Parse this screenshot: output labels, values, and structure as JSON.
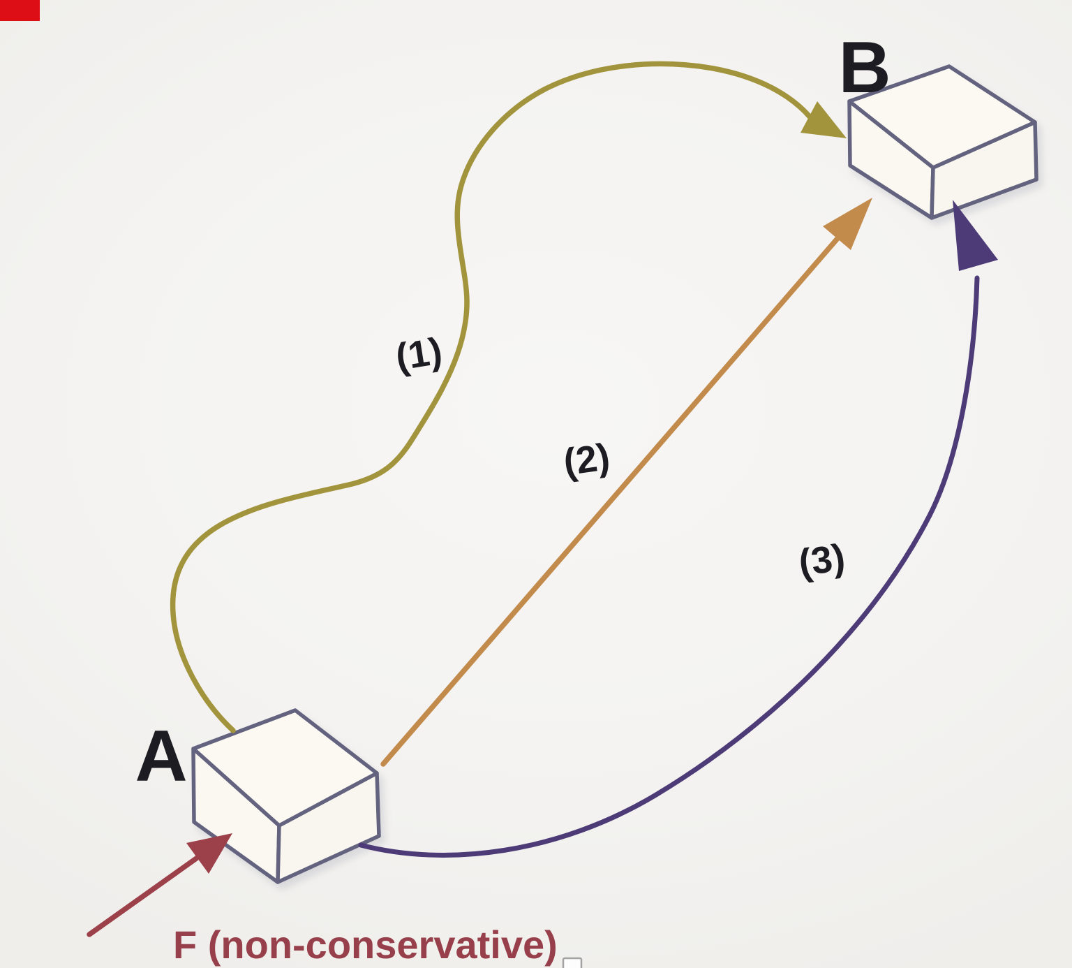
{
  "diagram": {
    "background": "#f4f3f1",
    "points": {
      "a_label": "A",
      "b_label": "B"
    },
    "paths": [
      {
        "label": "(1)",
        "color": "#a2943c",
        "kind": "wavy-curve"
      },
      {
        "label": "(2)",
        "color": "#c28a4b",
        "kind": "straight-line"
      },
      {
        "label": "(3)",
        "color": "#4c3b77",
        "kind": "arc-curve"
      }
    ],
    "force": {
      "label": "F (non-conservative)",
      "arrow_color": "#9c4049",
      "text_color": "#97404b"
    },
    "box": {
      "stroke_color": "#63637f"
    },
    "label_color": "#1c1c22",
    "corner_marker_color": "#dd0e15"
  }
}
